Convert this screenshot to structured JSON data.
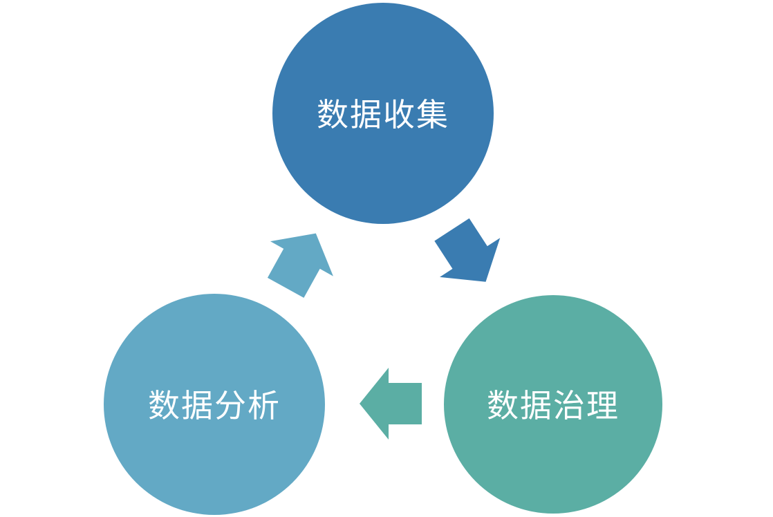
{
  "diagram": {
    "type": "cycle",
    "background_color": "#FFFFFF",
    "label_color": "#FFFFFF",
    "nodes": [
      {
        "label": "数据收集",
        "color": "#3A7CB1"
      },
      {
        "label": "数据治理",
        "color": "#5BAEA4"
      },
      {
        "label": "数据分析",
        "color": "#63A9C5"
      }
    ],
    "arrows": [
      {
        "from": "数据收集",
        "to": "数据治理",
        "direction": "down-right",
        "color": "#3A7CB1"
      },
      {
        "from": "数据治理",
        "to": "数据分析",
        "direction": "left",
        "color": "#5BAEA4"
      },
      {
        "from": "数据分析",
        "to": "数据收集",
        "direction": "up-right",
        "color": "#63A9C5"
      }
    ]
  }
}
